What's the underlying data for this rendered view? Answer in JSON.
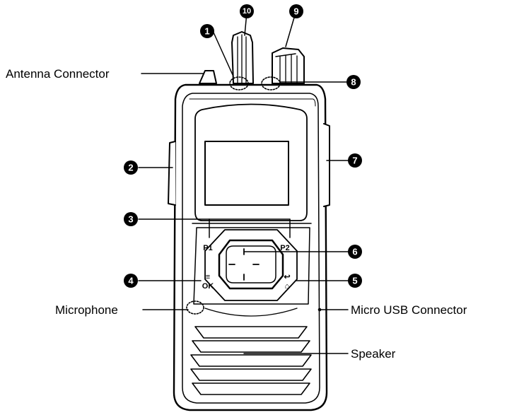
{
  "labels": {
    "antenna_connector": "Antenna Connector",
    "microphone": "Microphone",
    "micro_usb_connector": "Micro USB Connector",
    "speaker": "Speaker"
  },
  "callouts": [
    "1",
    "2",
    "3",
    "4",
    "5",
    "6",
    "7",
    "8",
    "9",
    "10"
  ],
  "keys": {
    "p1": "P1",
    "p2": "P2",
    "ok": "OK",
    "menu_symbol": "≡",
    "back_symbol": "↩",
    "home_symbol": "⌂"
  },
  "colors": {
    "line": "#000000",
    "callout_fill": "#000000",
    "background": "#ffffff"
  }
}
